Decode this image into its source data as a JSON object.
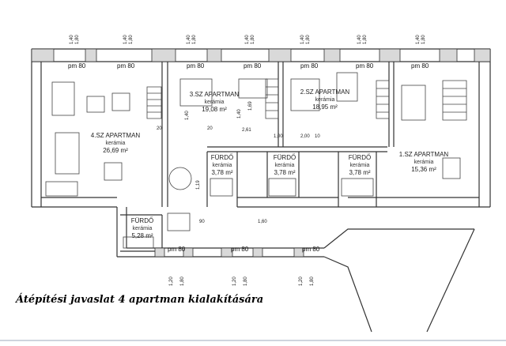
{
  "rooms": [
    {
      "id": "apt4",
      "name": "4.SZ APARTMAN",
      "floor": "kerámia",
      "area": "26,69 m²"
    },
    {
      "id": "apt3",
      "name": "3.SZ APARTMAN",
      "floor": "kerámia",
      "area": "19,08 m²"
    },
    {
      "id": "apt2",
      "name": "2.SZ APARTMAN",
      "floor": "kerámia",
      "area": "18,95 m²"
    },
    {
      "id": "apt1",
      "name": "1.SZ APARTMAN",
      "floor": "kerámia",
      "area": "15,36 m²"
    },
    {
      "id": "bath1",
      "name": "FÜRDŐ",
      "floor": "kerámia",
      "area": "3,78 m²"
    },
    {
      "id": "bath2",
      "name": "FÜRDŐ",
      "floor": "kerámia",
      "area": "3,78 m²"
    },
    {
      "id": "bath3",
      "name": "FÜRDŐ",
      "floor": "kerámia",
      "area": "3,78 m²"
    },
    {
      "id": "bath4",
      "name": "FÜRDŐ",
      "floor": "kerámia",
      "area": "5,28 m²"
    }
  ],
  "parapets": {
    "top": [
      "pm 80",
      "pm 80",
      "pm 80",
      "pm 80",
      "pm 80",
      "pm 80",
      "pm 80"
    ],
    "bottom": [
      "pm 80",
      "pm 80",
      "pm 80"
    ]
  },
  "dimensions": {
    "window_w": "1,40",
    "window_h": "1,80",
    "lower_w": "1,20",
    "lower_h": "1,80",
    "misc": [
      "2,61",
      "2,00",
      "1,00",
      "20",
      "20",
      "10",
      "90",
      "1,60",
      "1,40",
      "1,40",
      "1,69",
      "1,19"
    ]
  },
  "caption": "Átépítési javaslat 4 apartman kialakítására"
}
